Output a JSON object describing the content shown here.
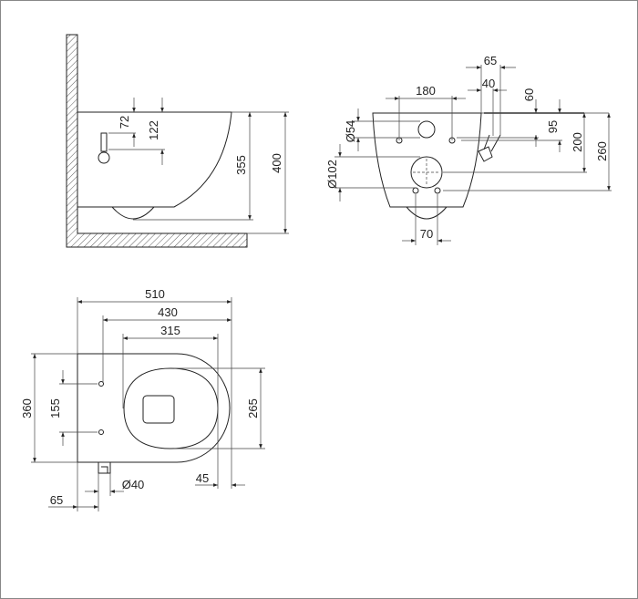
{
  "side_view": {
    "d72": "72",
    "d122": "122",
    "d355": "355",
    "d400": "400"
  },
  "rear_view": {
    "d65": "65",
    "d40": "40",
    "d180": "180",
    "d60": "60",
    "d95": "95",
    "d200": "200",
    "d260": "260",
    "d54": "Ø54",
    "d102": "Ø102",
    "d70": "70"
  },
  "top_view": {
    "d510": "510",
    "d430": "430",
    "d315": "315",
    "d360": "360",
    "d155": "155",
    "d265": "265",
    "d45": "45",
    "d40": "Ø40",
    "d65": "65"
  }
}
